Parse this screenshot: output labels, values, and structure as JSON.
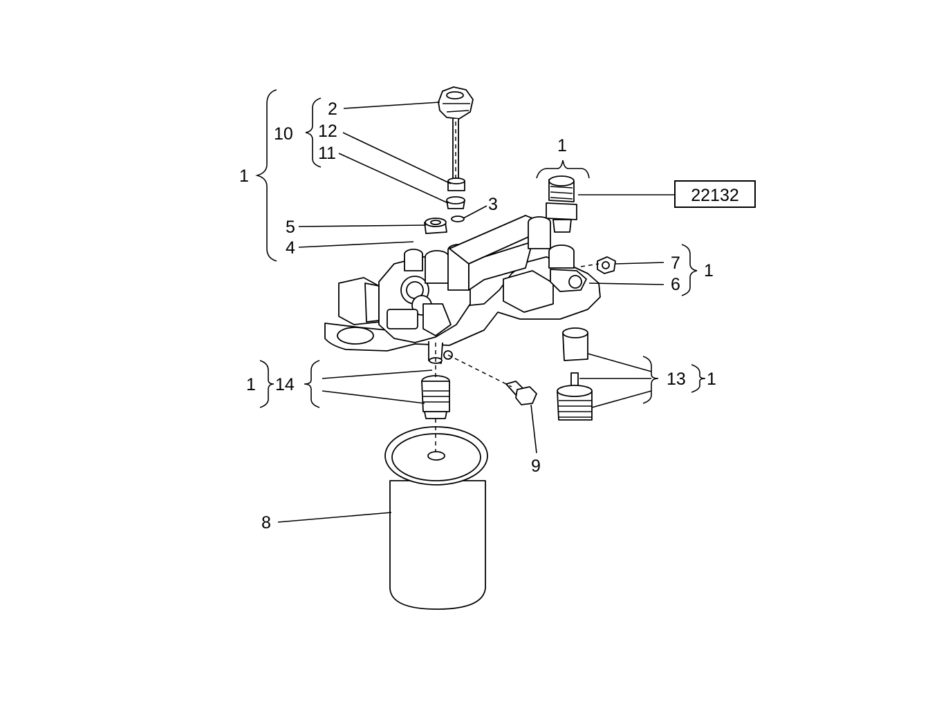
{
  "callouts": {
    "c_1_main": "1",
    "c_10": "10",
    "c_2": "2",
    "c_12": "12",
    "c_11": "11",
    "c_3": "3",
    "c_5": "5",
    "c_4": "4",
    "c_1_top": "1",
    "c_7": "7",
    "c_6": "6",
    "c_1_right": "1",
    "c_14": "14",
    "c_1_left14": "1",
    "c_13": "13",
    "c_1_right13": "1",
    "c_9": "9",
    "c_8": "8"
  },
  "reference_box": "22132"
}
